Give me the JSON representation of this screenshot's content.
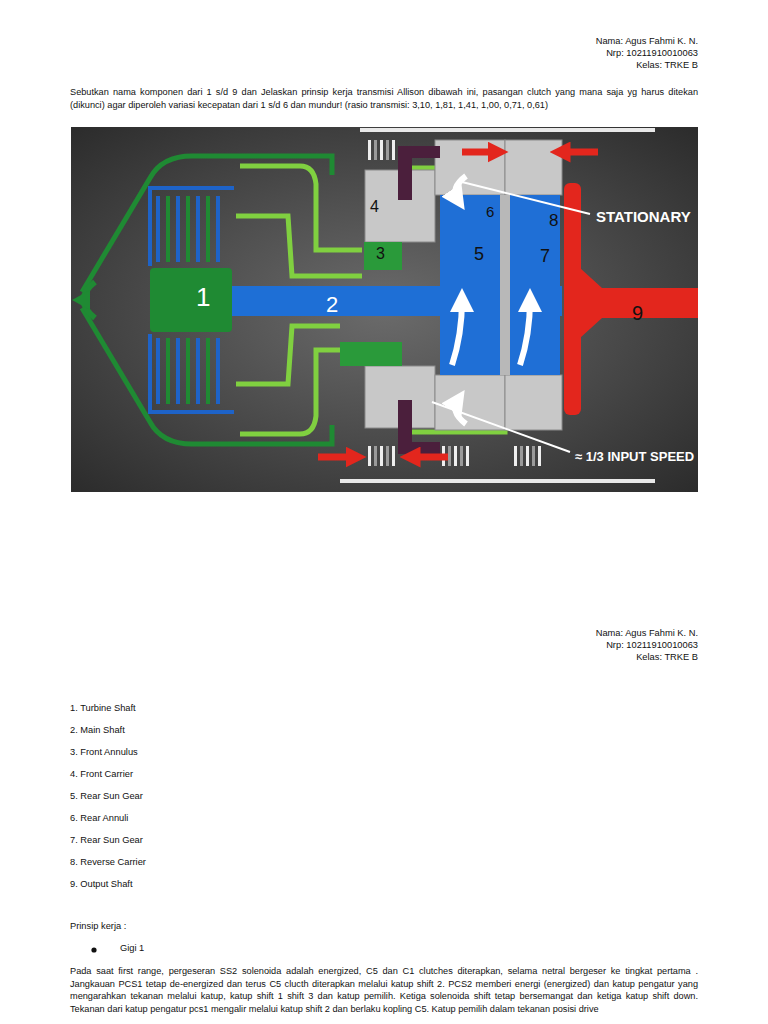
{
  "diagram": {
    "labels": [
      "Nama: Agus Fahmi K. N.",
      "Nrp: 10211910010063",
      "Kelas: TRKE B",
      "Sebutkan nama komponen dari 1 s/d 9 dan Jelaskan prinsip kerja transmisi Allison dibawah ini, pasangan clutch yang mana saja yg harus ditekan (dikunci) agar diperoleh variasi kecepatan  dari 1 s/d 6 dan mundur! (rasio transmisi: 3,10,    1,81,    1,41,    1,00,    0,71,    0,61)",
      "1",
      "2",
      "3",
      "4",
      "5",
      "6",
      "7",
      "8",
      "9",
      "STATIONARY",
      "≈ 1/3 INPUT SPEED",
      "Nama: Agus Fahmi K. N.",
      "Nrp: 10211910010063",
      "Kelas: TRKE B",
      "1. Turbine Shaft",
      "2. Main Shaft",
      "3. Front Annulus",
      "4. Front Carrier",
      "5. Rear Sun Gear",
      "6. Rear Annuli",
      "7. Rear Sun Gear",
      "8.  Reverse Carrier",
      "9. Output Shaft",
      "Prinsip kerja :",
      "Gigi 1",
      "Pada saat first range, pergeseran SS2 solenoida adalah energized, C5 dan C1 clutches diterapkan, selama netral bergeser ke tingkat pertama . Jangkauan PCS1 tetap de-energized dan terus C5 clucth diterapkan melalui katup shift 2. PCS2 memberi energi (energized) dan katup pengatur yang mengarahkan tekanan melalui katup, katup shift 1 shift 3 dan katup pemilih. Ketiga solenoida shift tetap bersemangat dan ketiga katup shift down. Tekanan dari katup pengatur pcs1 mengalir melalui katup shift 2 dan berlaku kopling C5. Katup pemilih dalam tekanan posisi drive"
    ]
  }
}
